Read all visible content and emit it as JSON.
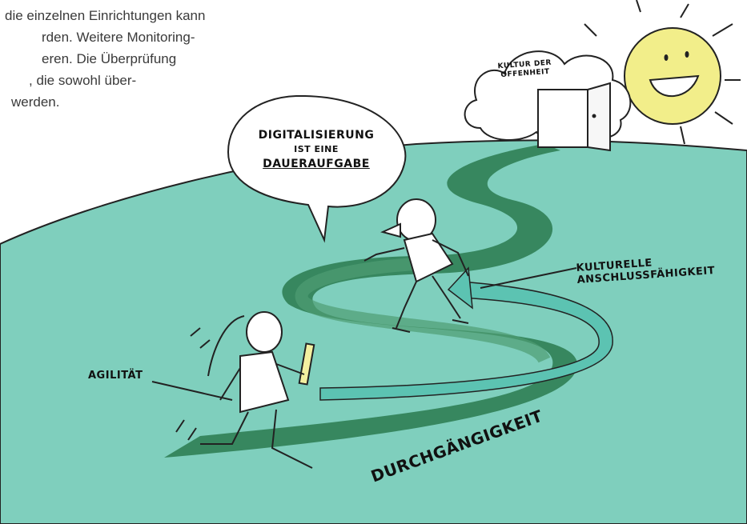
{
  "text_block": {
    "lines": [
      "die einzelnen Einrichtungen kann",
      "rden. Weitere Monitoring-",
      "eren. Die Überprüfung",
      ", die sowohl über-",
      "werden."
    ]
  },
  "speech_bubble": {
    "line1": "DIGITALISIERUNG",
    "line2": "IST EINE",
    "line3": "DAUERAUFGABE"
  },
  "door_cloud": {
    "line1": "KULTUR DER",
    "line2": "OFFENHEIT"
  },
  "labels": {
    "kulturelle_line1": "KULTURELLE",
    "kulturelle_line2": "ANSCHLUSSFÄHIGKEIT",
    "agilitaet": "AGILITÄT",
    "durchgaengigkeit": "DURCHGÄNGIGKEIT"
  },
  "colors": {
    "hill": "#7fcfbd",
    "path_dark": "#1f6a43",
    "arrow": "#55bfae",
    "sun": "#f2ee8a"
  }
}
